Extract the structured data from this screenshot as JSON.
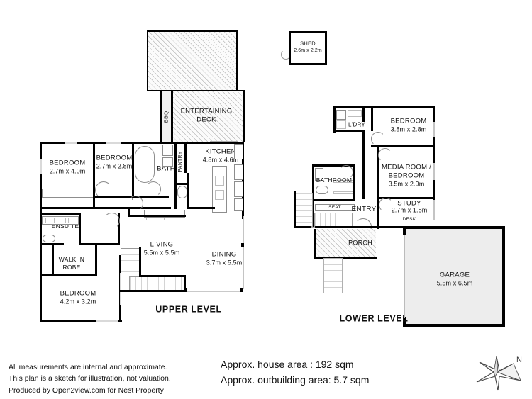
{
  "document": {
    "type": "floor-plan",
    "levels": [
      {
        "id": "upper",
        "title": "UPPER LEVEL",
        "rooms": [
          {
            "name": "BEDROOM",
            "dim": "2.7m x 4.0m"
          },
          {
            "name": "BEDROOM",
            "dim": "2.7m x 2.8m"
          },
          {
            "name": "BATH",
            "dim": ""
          },
          {
            "name": "PANTRY",
            "dim": ""
          },
          {
            "name": "KITCHEN",
            "dim": "4.8m x 4.6m"
          },
          {
            "name": "ENTERTAINING DECK",
            "dim": ""
          },
          {
            "name": "BBQ",
            "dim": ""
          },
          {
            "name": "ENSUITE",
            "dim": ""
          },
          {
            "name": "WALK IN ROBE",
            "dim": ""
          },
          {
            "name": "LIVING",
            "dim": "5.5m x 5.5m"
          },
          {
            "name": "DINING",
            "dim": "3.7m x 5.5m"
          },
          {
            "name": "BEDROOM",
            "dim": "4.2m x 3.2m"
          }
        ]
      },
      {
        "id": "lower",
        "title": "LOWER LEVEL",
        "rooms": [
          {
            "name": "SHED",
            "dim": "2.6m x 2.2m"
          },
          {
            "name": "L'DRY",
            "dim": ""
          },
          {
            "name": "BEDROOM",
            "dim": "3.8m x 2.8m"
          },
          {
            "name": "BATHROOM",
            "dim": ""
          },
          {
            "name": "MEDIA ROOM /",
            "dim": "BEDROOM"
          },
          {
            "name": "MEDIA ROOM / BEDROOM",
            "dim": "3.5m x 2.9m"
          },
          {
            "name": "SEAT",
            "dim": ""
          },
          {
            "name": "ENTRY",
            "dim": ""
          },
          {
            "name": "STUDY",
            "dim": "2.7m x 1.8m"
          },
          {
            "name": "DESK",
            "dim": ""
          },
          {
            "name": "PORCH",
            "dim": ""
          },
          {
            "name": "GARAGE",
            "dim": "5.5m x 6.5m"
          }
        ]
      }
    ]
  },
  "upper": {
    "title": "UPPER LEVEL",
    "bedroom1_name": "BEDROOM",
    "bedroom1_dim": "2.7m x 4.0m",
    "bedroom2_name": "BEDROOM",
    "bedroom2_dim": "2.7m x 2.8m",
    "bath_name": "BATH",
    "pantry_name": "PANTRY",
    "kitchen_name": "KITCHEN",
    "kitchen_dim": "4.8m x 4.6m",
    "deck_name_1": "ENTERTAINING",
    "deck_name_2": "DECK",
    "bbq_name": "BBQ",
    "ensuite_name": "ENSUITE",
    "wir_name_1": "WALK IN",
    "wir_name_2": "ROBE",
    "living_name": "LIVING",
    "living_dim": "5.5m x 5.5m",
    "dining_name": "DINING",
    "dining_dim": "3.7m x 5.5m",
    "bedroom3_name": "BEDROOM",
    "bedroom3_dim": "4.2m x 3.2m"
  },
  "lower": {
    "title": "LOWER LEVEL",
    "shed_name": "SHED",
    "shed_dim": "2.6m x 2.2m",
    "ldry_name": "L'DRY",
    "bedroom_name": "BEDROOM",
    "bedroom_dim": "3.8m x 2.8m",
    "bathroom_name": "BATHROOM",
    "media_name_1": "MEDIA ROOM /",
    "media_name_2": "BEDROOM",
    "media_dim": "3.5m x 2.9m",
    "seat_name": "SEAT",
    "entry_name": "ENTRY",
    "study_name": "STUDY",
    "study_dim": "2.7m x 1.8m",
    "desk_name": "DESK",
    "porch_name": "PORCH",
    "garage_name": "GARAGE",
    "garage_dim": "5.5m x 6.5m"
  },
  "areas": {
    "house": "Approx. house area : 192 sqm",
    "outbuilding": "Approx. outbuilding area: 5.7 sqm"
  },
  "footer": {
    "line1": "All measurements are internal and approximate.",
    "line2": "This plan is a sketch for illustration, not valuation.",
    "line3": "Produced by Open2view.com for Nest Property"
  },
  "compass": {
    "north_label": "N"
  },
  "colors": {
    "wall": "#000000",
    "thin_wall": "#9a9a9a",
    "garage_fill": "#ededed",
    "hatch_line": "#b9b9b9",
    "text": "#111111",
    "background": "#ffffff"
  }
}
